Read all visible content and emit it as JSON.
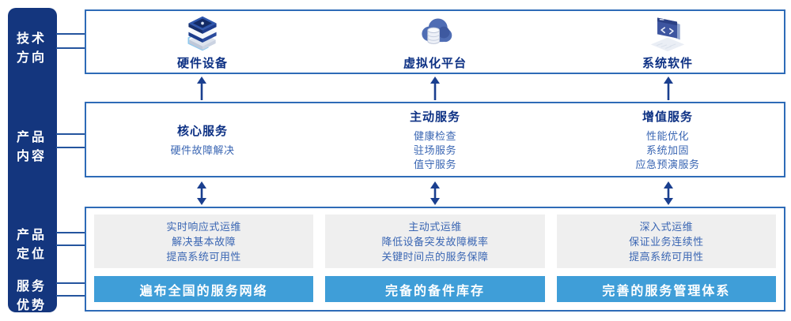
{
  "sidebar": {
    "items": [
      {
        "label": "技术\n方向"
      },
      {
        "label": "产品\n内容"
      },
      {
        "label": "产品\n定位"
      },
      {
        "label": "服务\n优势"
      }
    ]
  },
  "tech_row": {
    "items": [
      {
        "label": "硬件设备",
        "icon": "server-stack-icon"
      },
      {
        "label": "虚拟化平台",
        "icon": "cloud-database-icon"
      },
      {
        "label": "系统软件",
        "icon": "code-window-icon"
      }
    ]
  },
  "services_row": {
    "columns": [
      {
        "title": "核心服务",
        "items": [
          "硬件故障解决"
        ]
      },
      {
        "title": "主动服务",
        "items": [
          "健康检查",
          "驻场服务",
          "值守服务"
        ]
      },
      {
        "title": "增值服务",
        "items": [
          "性能优化",
          "系统加固",
          "应急预演服务"
        ]
      }
    ]
  },
  "positioning_row": {
    "columns": [
      {
        "lines": [
          "实时响应式运维",
          "解决基本故障",
          "提高系统可用性"
        ],
        "advantage": "遍布全国的服务网络"
      },
      {
        "lines": [
          "主动式运维",
          "降低设备突发故障概率",
          "关键时间点的服务保障"
        ],
        "advantage": "完备的备件库存"
      },
      {
        "lines": [
          "深入式运维",
          "保证业务连续性",
          "提高系统可用性"
        ],
        "advantage": "完善的服务管理体系"
      }
    ]
  },
  "icons": {
    "arrows_top": "up-arrow-icon",
    "arrows_bottom": "double-arrow-icon"
  },
  "colors": {
    "sidebar_bg": "#14367E",
    "box_border": "#2E6BB7",
    "connector": "#24549E",
    "heading_text": "#0D3184",
    "body_text": "#3A66B3",
    "panel_bg": "#EFEFEF",
    "advantage_bg": "#3F9ED8",
    "advantage_text": "#FFFFFF",
    "arrow": "#1A3F8F"
  }
}
